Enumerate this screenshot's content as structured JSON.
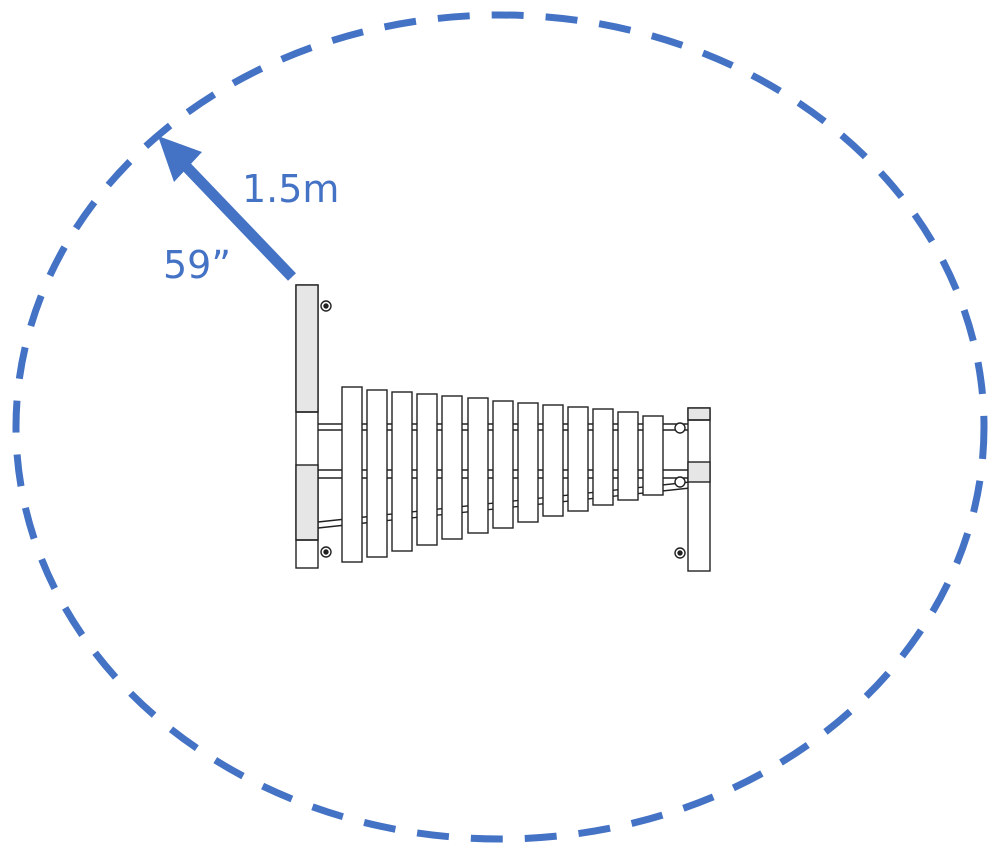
{
  "diagram": {
    "subject": "xylophone-top-view",
    "safety_zone": {
      "radius_metric": "1.5m",
      "radius_imperial": "59”",
      "boundary_style": "dashed"
    },
    "colors": {
      "accent": "#4472c4",
      "outline": "#222222",
      "post_fill": "#e6e6e6",
      "bar_fill": "#ffffff"
    },
    "instrument": {
      "bar_count": 13,
      "posts": 2
    }
  }
}
